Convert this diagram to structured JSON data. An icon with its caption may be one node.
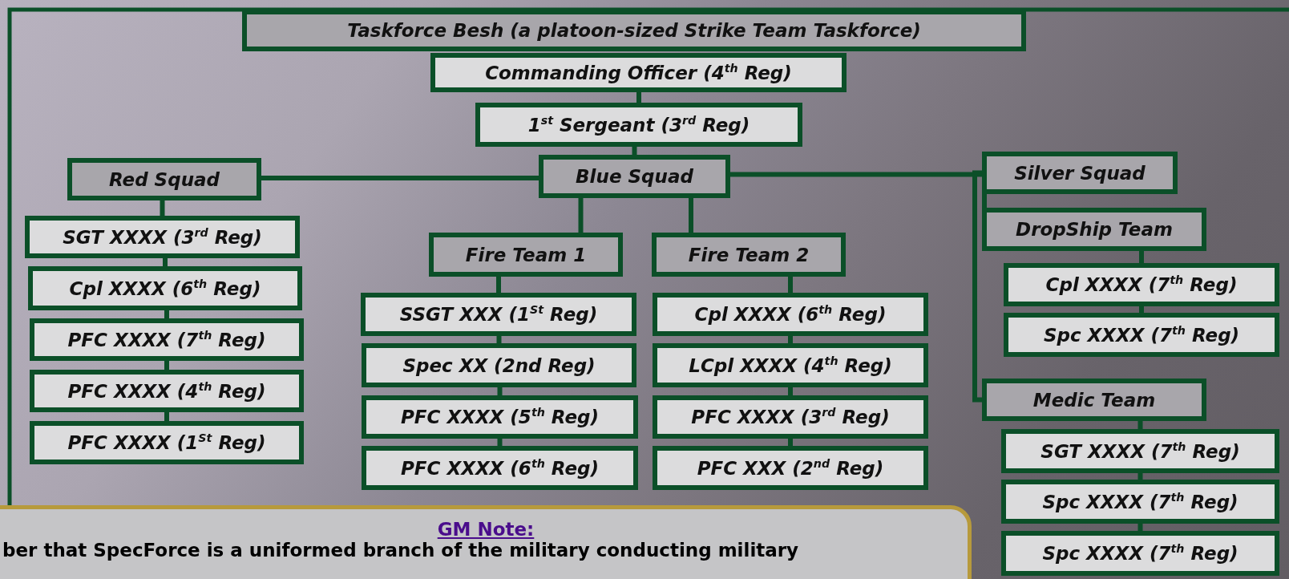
{
  "diagram": {
    "nodes": [
      {
        "text": [
          "Taskforce Besh (a platoon-sized Strike Team Taskforce)"
        ]
      },
      {
        "text": [
          "Commanding Officer (4$^{th}$ Reg)"
        ]
      },
      {
        "text": [
          "1$^{st}$ Sergeant (3$^{rd}$ Reg)"
        ]
      },
      {
        "text": [
          "Red Squad"
        ]
      },
      {
        "text": [
          "Blue Squad"
        ]
      },
      {
        "text": [
          "Silver Squad"
        ]
      },
      {
        "text": [
          "SGT XXXX (3$^{rd}$ Reg)"
        ]
      },
      {
        "text": [
          "Cpl XXXX (6$^{th}$ Reg)"
        ]
      },
      {
        "text": [
          "PFC XXXX (7$^{th}$ Reg)"
        ]
      },
      {
        "text": [
          "PFC XXXX (4$^{th}$ Reg)"
        ]
      },
      {
        "text": [
          "PFC XXXX (1$^{St}$ Reg)"
        ]
      },
      {
        "text": [
          "Fire Team 1"
        ]
      },
      {
        "text": [
          "Fire Team 2"
        ]
      },
      {
        "text": [
          "SSGT XXX (1$^{St}$ Reg)"
        ]
      },
      {
        "text": [
          "Spec XX (2nd Reg)"
        ]
      },
      {
        "text": [
          "PFC XXXX (5$^{th}$ Reg)"
        ]
      },
      {
        "text": [
          "PFC XXXX (6$^{th}$ Reg)"
        ]
      },
      {
        "text": [
          "Cpl XXXX (6$^{th}$ Reg)"
        ]
      },
      {
        "text": [
          "LCpl XXXX (4$^{th}$ Reg)"
        ]
      },
      {
        "text": [
          "PFC XXXX (3$^{rd}$ Reg)"
        ]
      },
      {
        "text": [
          "PFC XXX (2$^{nd}$ Reg)"
        ]
      },
      {
        "text": [
          "DropShip Team"
        ]
      },
      {
        "text": [
          "Cpl XXXX (7$^{th}$ Reg)"
        ]
      },
      {
        "text": [
          "Spc XXXX (7$^{th}$ Reg)"
        ]
      },
      {
        "text": [
          "Medic Team"
        ]
      },
      {
        "text": [
          "SGT XXXX (7$^{th}$ Reg)"
        ]
      },
      {
        "text": [
          "Spc XXXX (7$^{th}$ Reg)"
        ]
      },
      {
        "text": [
          "Spc XXXX (7$^{th}$ Reg)"
        ]
      },
      {
        "text": [
          "GM Note:",
          "ber that SpecForce is a uniformed branch of the military conducting military"
        ]
      }
    ],
    "edges": [
      {
        "from": 1,
        "to": 2,
        "arrow": "none"
      },
      {
        "from": 2,
        "to": 4,
        "arrow": "none"
      },
      {
        "from": 4,
        "to": 3,
        "arrow": "none"
      },
      {
        "from": 4,
        "to": 5,
        "arrow": "none"
      },
      {
        "from": 3,
        "to": 6,
        "arrow": "none"
      },
      {
        "from": 6,
        "to": 7,
        "arrow": "none"
      },
      {
        "from": 7,
        "to": 8,
        "arrow": "none"
      },
      {
        "from": 8,
        "to": 9,
        "arrow": "none"
      },
      {
        "from": 9,
        "to": 10,
        "arrow": "none"
      },
      {
        "from": 4,
        "to": 11,
        "arrow": "none"
      },
      {
        "from": 4,
        "to": 12,
        "arrow": "none"
      },
      {
        "from": 11,
        "to": 13,
        "arrow": "none"
      },
      {
        "from": 13,
        "to": 14,
        "arrow": "none"
      },
      {
        "from": 14,
        "to": 15,
        "arrow": "none"
      },
      {
        "from": 15,
        "to": 16,
        "arrow": "none"
      },
      {
        "from": 12,
        "to": 17,
        "arrow": "none"
      },
      {
        "from": 17,
        "to": 18,
        "arrow": "none"
      },
      {
        "from": 18,
        "to": 19,
        "arrow": "none"
      },
      {
        "from": 19,
        "to": 20,
        "arrow": "none"
      },
      {
        "from": 5,
        "to": 21,
        "arrow": "none"
      },
      {
        "from": 21,
        "to": 22,
        "arrow": "none"
      },
      {
        "from": 22,
        "to": 23,
        "arrow": "none"
      },
      {
        "from": 5,
        "to": 24,
        "arrow": "none"
      },
      {
        "from": 24,
        "to": 25,
        "arrow": "none"
      },
      {
        "from": 25,
        "to": 26,
        "arrow": "none"
      },
      {
        "from": 26,
        "to": 27,
        "arrow": "none"
      }
    ]
  }
}
